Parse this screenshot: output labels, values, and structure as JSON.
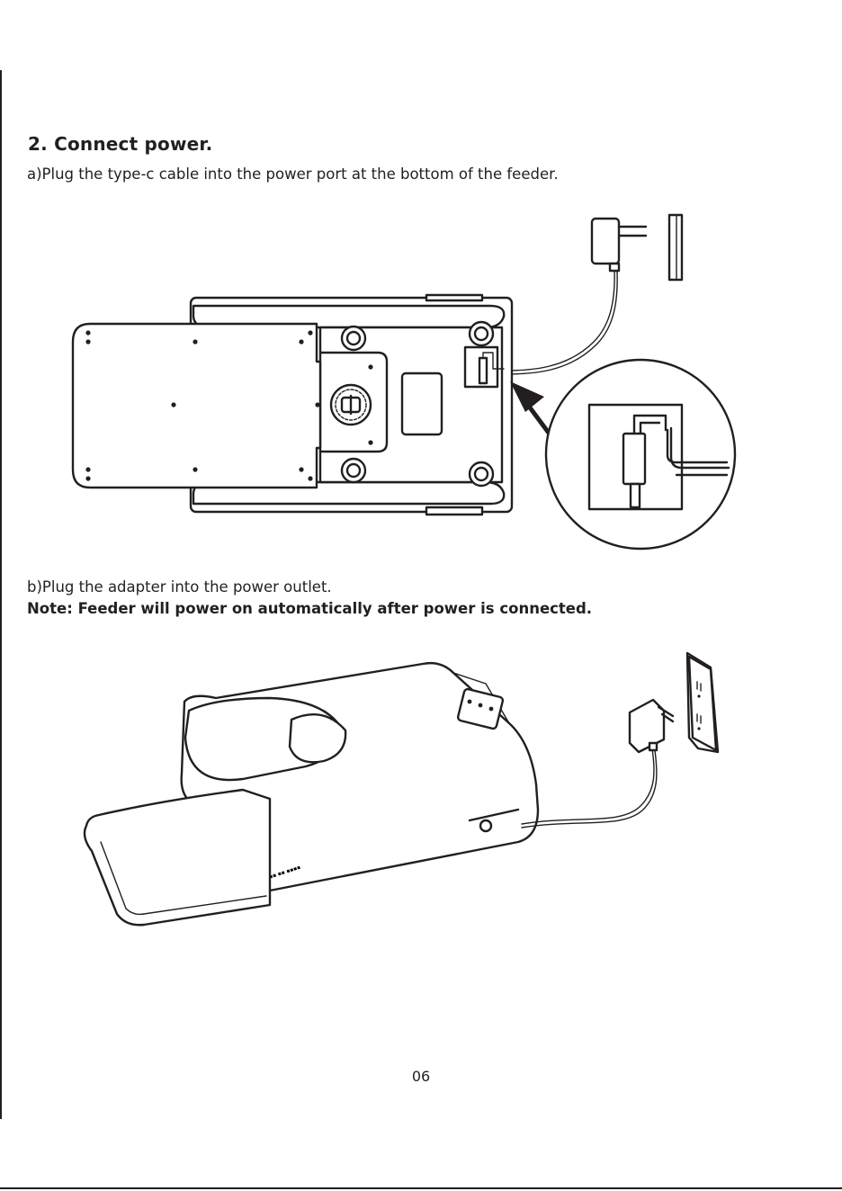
{
  "section": {
    "heading": "2. Connect power.",
    "step_a": "a)Plug the type-c cable into the power port at the bottom of the feeder.",
    "step_b": "b)Plug the adapter into the power outlet.",
    "note": "Note: Feeder will power on automatically after power is connected."
  },
  "page_number": "06",
  "colors": {
    "ink": "#231f20",
    "paper": "#ffffff"
  }
}
